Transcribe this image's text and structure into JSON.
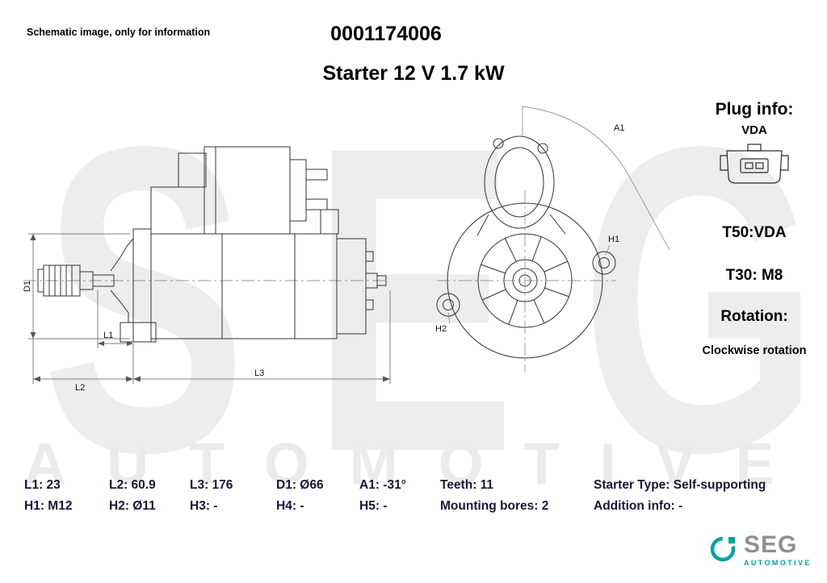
{
  "header": {
    "disclaimer": "Schematic image, only for information",
    "part_number": "0001174006",
    "title": "Starter 12 V 1.7 kW"
  },
  "watermark": {
    "seg": "SEG",
    "automotive": "AUTOMOTIVE"
  },
  "plug_info": {
    "heading": "Plug info:",
    "type_label": "VDA",
    "t50": "T50:VDA",
    "t30": "T30: M8",
    "rotation_heading": "Rotation:",
    "rotation_value": "Clockwise rotation"
  },
  "drawing": {
    "labels": {
      "d1": "D1",
      "l1": "L1",
      "l2": "L2",
      "l3": "L3",
      "a1": "A1",
      "h1": "H1",
      "h2": "H2"
    }
  },
  "specs": {
    "row1": [
      "L1: 23",
      "L2: 60.9",
      "L3: 176",
      "D1: Ø66",
      "A1: -31°",
      "Teeth: 11",
      "Starter Type:  Self-supporting"
    ],
    "row2": [
      "H1: M12",
      "H2: Ø11",
      "H3: -",
      "H4: -",
      "H5: -",
      "Mounting bores: 2",
      "Addition info: -"
    ]
  },
  "logo": {
    "name": "SEG",
    "sub": "AUTOMOTIVE",
    "brand_teal": "#00a5a0",
    "brand_gray": "#8d9093"
  }
}
